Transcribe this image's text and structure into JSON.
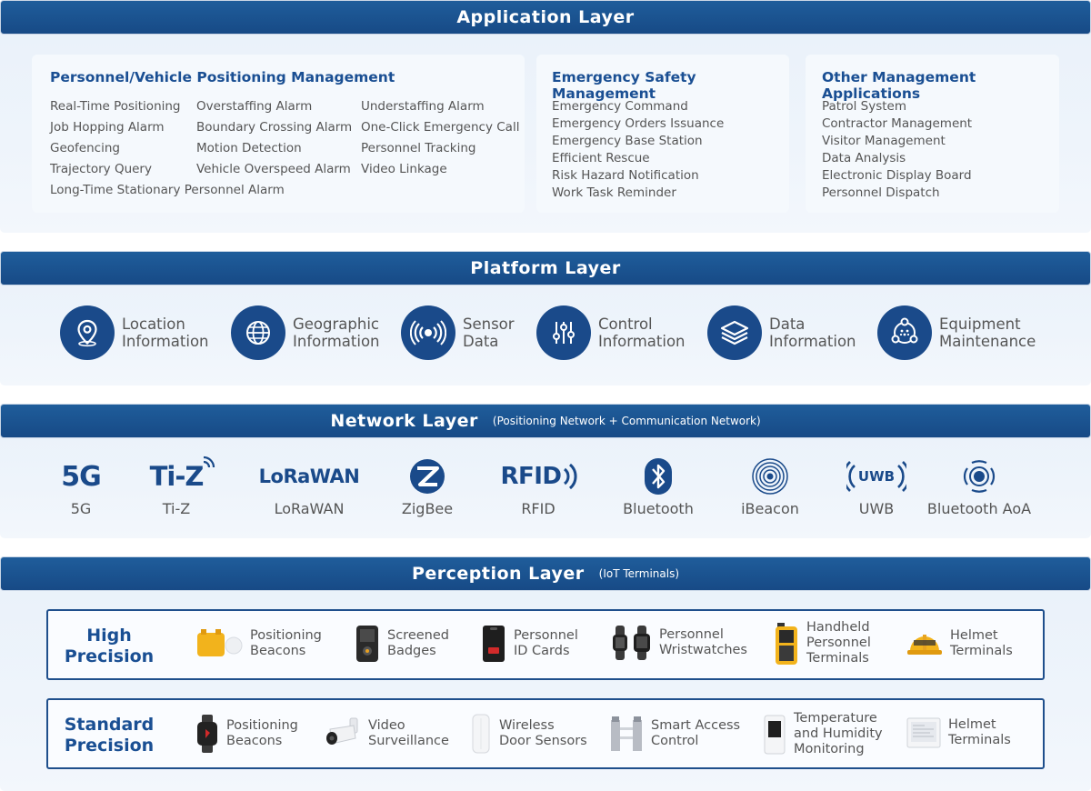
{
  "application": {
    "title": "Application Layer",
    "cards": [
      {
        "title": "Personnel/Vehicle Positioning Management",
        "items": [
          "Real-Time Positioning",
          "Overstaffing Alarm",
          "Understaffing Alarm",
          "Job Hopping Alarm",
          "Boundary Crossing Alarm",
          "One-Click Emergency Call",
          "Geofencing",
          "Motion Detection",
          "Personnel Tracking",
          "Trajectory Query",
          "Vehicle Overspeed Alarm",
          "Video Linkage",
          "Long-Time Stationary Personnel Alarm"
        ]
      },
      {
        "title": "Emergency Safety Management",
        "items": [
          "Emergency Command",
          "Emergency Orders Issuance",
          "Emergency Base Station",
          "Efficient Rescue",
          "Risk Hazard Notification",
          "Work Task Reminder"
        ]
      },
      {
        "title": "Other Management Applications",
        "items": [
          "Patrol System",
          "Contractor Management",
          "Visitor Management",
          "Data Analysis",
          "Electronic Display Board",
          "Personnel Dispatch"
        ]
      }
    ]
  },
  "platform": {
    "title": "Platform Layer",
    "items": [
      {
        "icon": "location-pin-icon",
        "line1": "Location",
        "line2": "Information"
      },
      {
        "icon": "globe-icon",
        "line1": "Geographic",
        "line2": "Information"
      },
      {
        "icon": "signal-waves-icon",
        "line1": "Sensor",
        "line2": "Data"
      },
      {
        "icon": "sliders-icon",
        "line1": "Control",
        "line2": "Information"
      },
      {
        "icon": "layers-icon",
        "line1": "Data",
        "line2": "Information"
      },
      {
        "icon": "network-nodes-icon",
        "line1": "Equipment",
        "line2": "Maintenance"
      }
    ]
  },
  "network": {
    "title": "Network Layer",
    "subtitle": "(Positioning Network + Communication Network)",
    "items": [
      {
        "logo": "5G",
        "label": "5G"
      },
      {
        "logo": "Ti-Z",
        "label": "Ti-Z"
      },
      {
        "logo": "LoRaWAN",
        "label": "LoRaWAN"
      },
      {
        "logo": "",
        "label": "ZigBee"
      },
      {
        "logo": "RFID",
        "label": "RFID"
      },
      {
        "logo": "",
        "label": "Bluetooth"
      },
      {
        "logo": "",
        "label": "iBeacon"
      },
      {
        "logo": "UWB",
        "label": "UWB"
      },
      {
        "logo": "",
        "label": "Bluetooth AoA"
      }
    ]
  },
  "perception": {
    "title": "Perception Layer",
    "subtitle": "(IoT Terminals)",
    "rows": [
      {
        "line1": "High",
        "line2": "Precision",
        "items": [
          {
            "lines": [
              "Positioning",
              "Beacons"
            ]
          },
          {
            "lines": [
              "Screened",
              "Badges"
            ]
          },
          {
            "lines": [
              "Personnel",
              "ID Cards"
            ]
          },
          {
            "lines": [
              "Personnel",
              "Wristwatches"
            ]
          },
          {
            "lines": [
              "Handheld",
              "Personnel",
              "Terminals"
            ]
          },
          {
            "lines": [
              "Helmet",
              "Terminals"
            ]
          }
        ]
      },
      {
        "line1": "Standard",
        "line2": "Precision",
        "items": [
          {
            "lines": [
              "Positioning",
              "Beacons"
            ]
          },
          {
            "lines": [
              "Video",
              "Surveillance"
            ]
          },
          {
            "lines": [
              "Wireless",
              "Door Sensors"
            ]
          },
          {
            "lines": [
              "Smart Access",
              "Control"
            ]
          },
          {
            "lines": [
              "Temperature",
              "and Humidity",
              "Monitoring"
            ]
          },
          {
            "lines": [
              "Helmet",
              "Terminals"
            ]
          }
        ]
      }
    ]
  },
  "colors": {
    "header": "#1f5d9b",
    "accent": "#1a4a8a",
    "band": "#eaf2fa"
  }
}
